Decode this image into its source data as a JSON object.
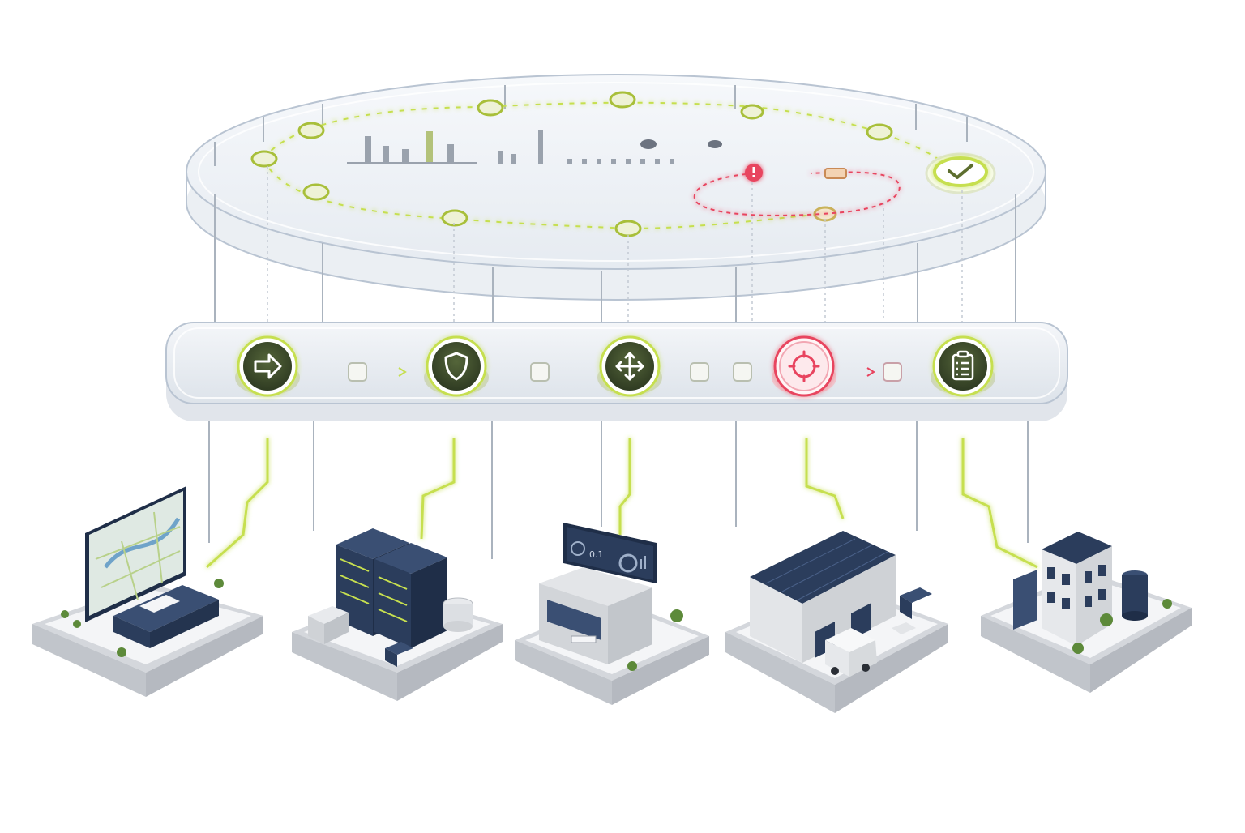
{
  "colors": {
    "accent": "#c6df4f",
    "alert": "#e8445f",
    "node_fill": "#3c4a2c",
    "building_navy": "#2b3d5c",
    "glass_edge": "#b9c4d2"
  },
  "top_layer": {
    "description_icons": [
      "bar-chart-icon",
      "alert-icon",
      "check-icon"
    ],
    "status": "ok",
    "alert_state": "active"
  },
  "pipeline": {
    "steps": [
      {
        "icon": "arrow-right-icon",
        "state": "ok"
      },
      {
        "icon": "shield-icon",
        "state": "ok"
      },
      {
        "icon": "move-arrows-icon",
        "state": "ok"
      },
      {
        "icon": "target-icon",
        "state": "alert"
      },
      {
        "icon": "clipboard-icon",
        "state": "ok"
      }
    ]
  },
  "sites": [
    {
      "icon": "map-display-icon"
    },
    {
      "icon": "server-rack-icon"
    },
    {
      "icon": "dashboard-office-icon"
    },
    {
      "icon": "warehouse-icon"
    },
    {
      "icon": "office-building-icon"
    }
  ],
  "dashboard_screen": {
    "readout": "0.1"
  }
}
